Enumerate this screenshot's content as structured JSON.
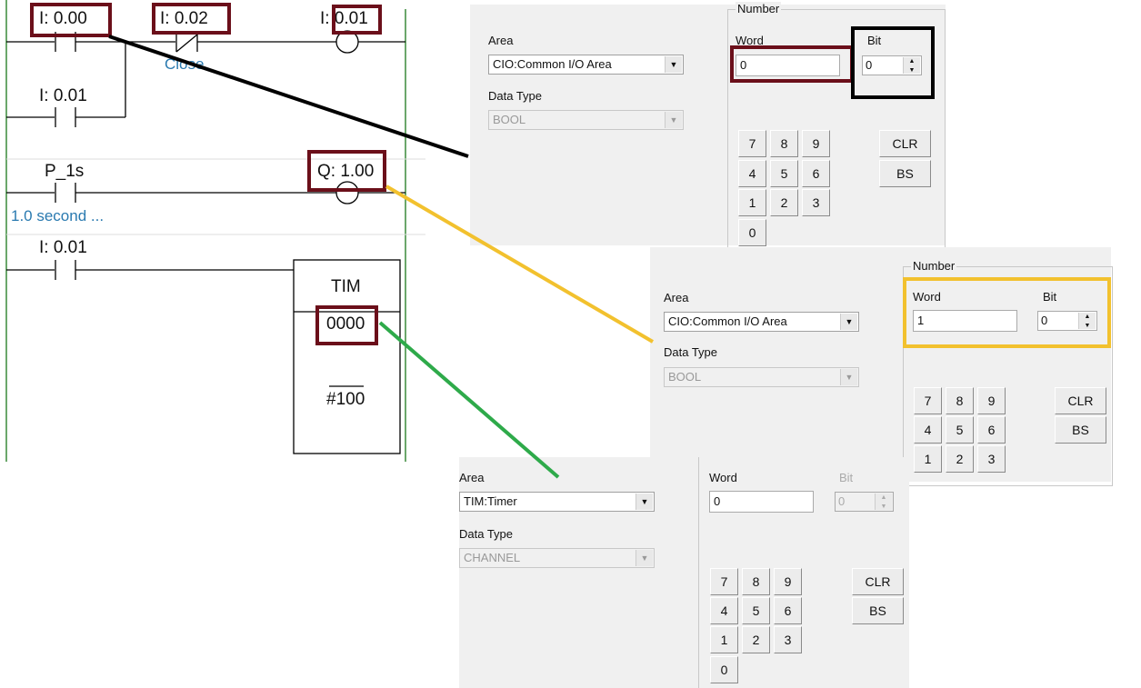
{
  "ladder": {
    "rung1": {
      "contact1": "I: 0.00",
      "contact2": "I: 0.02",
      "contact2_comment": "Close",
      "coil": "I: 0.01",
      "branch_contact": "I: 0.01"
    },
    "rung2": {
      "contact": "P_1s",
      "contact_comment": "1.0 second ...",
      "coil": "Q: 1.00"
    },
    "rung3": {
      "contact": "I: 0.01",
      "block_type": "TIM",
      "block_number": "0000",
      "block_setting": "#100"
    }
  },
  "annotation_colors": {
    "highlight": "#6b0f1a",
    "line1": "#000000",
    "line2": "#f2c12e",
    "line3": "#2eaa4a"
  },
  "dialog1": {
    "area_label": "Area",
    "area_value": "CIO:Common I/O Area",
    "datatype_label": "Data Type",
    "datatype_value": "BOOL",
    "number_group": "Number",
    "word_label": "Word",
    "word_value": "0",
    "bit_label": "Bit",
    "bit_value": "0"
  },
  "dialog2": {
    "area_label": "Area",
    "area_value": "CIO:Common I/O Area",
    "datatype_label": "Data Type",
    "datatype_value": "BOOL",
    "number_group": "Number",
    "word_label": "Word",
    "word_value": "1",
    "bit_label": "Bit",
    "bit_value": "0"
  },
  "dialog3": {
    "area_label": "Area",
    "area_value": "TIM:Timer",
    "datatype_label": "Data Type",
    "datatype_value": "CHANNEL",
    "word_label": "Word",
    "word_value": "0",
    "bit_label": "Bit",
    "bit_value": "0"
  },
  "keypad": {
    "k7": "7",
    "k8": "8",
    "k9": "9",
    "k4": "4",
    "k5": "5",
    "k6": "6",
    "k1": "1",
    "k2": "2",
    "k3": "3",
    "k0": "0",
    "clr": "CLR",
    "bs": "BS"
  }
}
